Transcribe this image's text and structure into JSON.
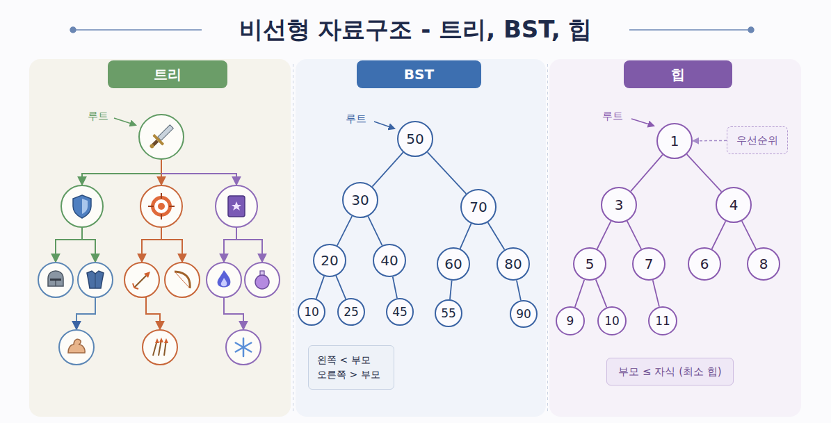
{
  "diagram": {
    "title": "비선형 자료구조 - 트리, BST, 힙",
    "nodes": [
      {
        "text": [
          "트리"
        ]
      },
      {
        "text": [
          "BST"
        ]
      },
      {
        "text": [
          "50"
        ],
        "in": 1
      },
      {
        "text": [
          "30"
        ],
        "in": 1
      },
      {
        "text": [
          "70"
        ],
        "in": 1
      },
      {
        "text": [
          "20"
        ],
        "in": 1
      },
      {
        "text": [
          "40"
        ],
        "in": 1
      },
      {
        "text": [
          "60"
        ],
        "in": 1
      },
      {
        "text": [
          "80"
        ],
        "in": 1
      },
      {
        "text": [
          "10"
        ],
        "in": 1
      },
      {
        "text": [
          "25"
        ],
        "in": 1
      },
      {
        "text": [
          "45"
        ],
        "in": 1
      },
      {
        "text": [
          "55"
        ],
        "in": 1
      },
      {
        "text": [
          "90"
        ],
        "in": 1
      },
      {
        "text": [
          "왼쪽 < 부모",
          "오른쪽 > 부모"
        ],
        "in": 1
      },
      {
        "text": [
          "힙"
        ]
      },
      {
        "text": [
          "우선순위"
        ],
        "in": 15
      },
      {
        "text": [
          "1"
        ],
        "in": 15
      },
      {
        "text": [
          "3"
        ],
        "in": 15
      },
      {
        "text": [
          "4"
        ],
        "in": 15
      },
      {
        "text": [
          "5"
        ],
        "in": 15
      },
      {
        "text": [
          "7"
        ],
        "in": 15
      },
      {
        "text": [
          "6"
        ],
        "in": 15
      },
      {
        "text": [
          "8"
        ],
        "in": 15
      },
      {
        "text": [
          "9"
        ],
        "in": 15
      },
      {
        "text": [
          "10"
        ],
        "in": 15
      },
      {
        "text": [
          "11"
        ],
        "in": 15
      },
      {
        "text": [
          "부모 ≤ 자식 (최소 힙)"
        ],
        "in": 15
      }
    ],
    "edges": [
      {
        "from": 2,
        "to": 3,
        "arrow": "none"
      },
      {
        "from": 2,
        "to": 4,
        "arrow": "none"
      },
      {
        "from": 3,
        "to": 5,
        "arrow": "none"
      },
      {
        "from": 3,
        "to": 6,
        "arrow": "none"
      },
      {
        "from": 4,
        "to": 7,
        "arrow": "none"
      },
      {
        "from": 4,
        "to": 8,
        "arrow": "none"
      },
      {
        "from": 5,
        "to": 9,
        "arrow": "none"
      },
      {
        "from": 5,
        "to": 10,
        "arrow": "none"
      },
      {
        "from": 6,
        "to": 11,
        "arrow": "none"
      },
      {
        "from": 7,
        "to": 12,
        "arrow": "none"
      },
      {
        "from": 8,
        "to": 13,
        "arrow": "none"
      },
      {
        "from": 16,
        "to": 17,
        "arrow": "to"
      },
      {
        "from": 17,
        "to": 18,
        "arrow": "none"
      },
      {
        "from": 17,
        "to": 19,
        "arrow": "none"
      },
      {
        "from": 18,
        "to": 20,
        "arrow": "none"
      },
      {
        "from": 18,
        "to": 21,
        "arrow": "none"
      },
      {
        "from": 19,
        "to": 22,
        "arrow": "none"
      },
      {
        "from": 19,
        "to": 23,
        "arrow": "none"
      },
      {
        "from": 20,
        "to": 24,
        "arrow": "none"
      },
      {
        "from": 20,
        "to": 25,
        "arrow": "none"
      },
      {
        "from": 21,
        "to": 26,
        "arrow": "none"
      }
    ],
    "labels": [
      "루트",
      "루트",
      "루트"
    ]
  }
}
